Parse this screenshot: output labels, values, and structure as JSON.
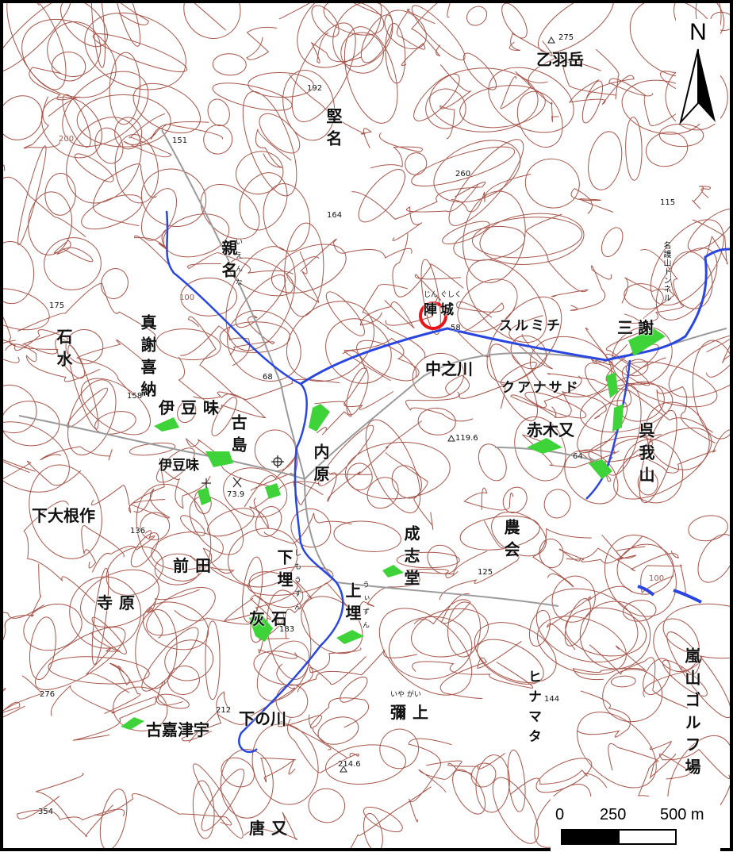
{
  "map": {
    "north_label": "N",
    "scale": {
      "ticks": [
        "0",
        "250",
        "500 m"
      ]
    },
    "colors": {
      "contour": "#a6554a",
      "river": "#2a46e0",
      "paddy": "#3fd33a",
      "marker": "#e8141a",
      "frame": "#000000"
    },
    "place_names": {
      "otohanedake": "乙羽岳",
      "katana": "堅名",
      "oyana": "親名",
      "ishimizu": "石水",
      "majakina": "真謝喜納",
      "izumi": "伊豆味",
      "izumi2": "伊豆味",
      "furujima": "古島",
      "uchibaru": "内原",
      "jinjo": "陣城",
      "surumichi": "スルミチ",
      "mijaha": "三謝",
      "nakanokawa": "中之川",
      "kuanasado": "クアナサド",
      "akakimata": "赤木又",
      "kugayama": "呉我山",
      "shimooonezaku": "下大根作",
      "maeda": "前田",
      "shimoumu": "下埋",
      "seishido": "成志堂",
      "noukai": "農会",
      "terabaru": "寺原",
      "haiishi": "灰石",
      "kamiumu": "上埋",
      "hinamata": "ヒナマタ",
      "arashiyama_golf": "嵐山ゴルフ場",
      "yagami": "彌上",
      "shimonokawa": "下の川",
      "furukatsuu": "古嘉津宇",
      "karamata": "唐又",
      "tunnel": "名護山トンネル"
    },
    "furigana": {
      "oyana": "いえんな",
      "jinjo": "じん ぐしく",
      "shimoumu": "しもうずん",
      "kamiumu": "うぃずん",
      "yagami": "いや がい"
    },
    "elevations": {
      "e275": "275",
      "e192": "192",
      "e151": "151",
      "e260": "260",
      "e164": "164",
      "e115": "115",
      "e175": "175",
      "e58": "58",
      "e68": "68",
      "e158": "158",
      "e119": "119.6",
      "e64": "64",
      "e73": "73.9",
      "e136": "136",
      "e125": "125",
      "e183": "183",
      "e276": "276",
      "e212": "212",
      "e144": "144",
      "e214": "214.6",
      "e354": "354",
      "c100a": "100",
      "c100b": "100",
      "c200": "200"
    }
  }
}
